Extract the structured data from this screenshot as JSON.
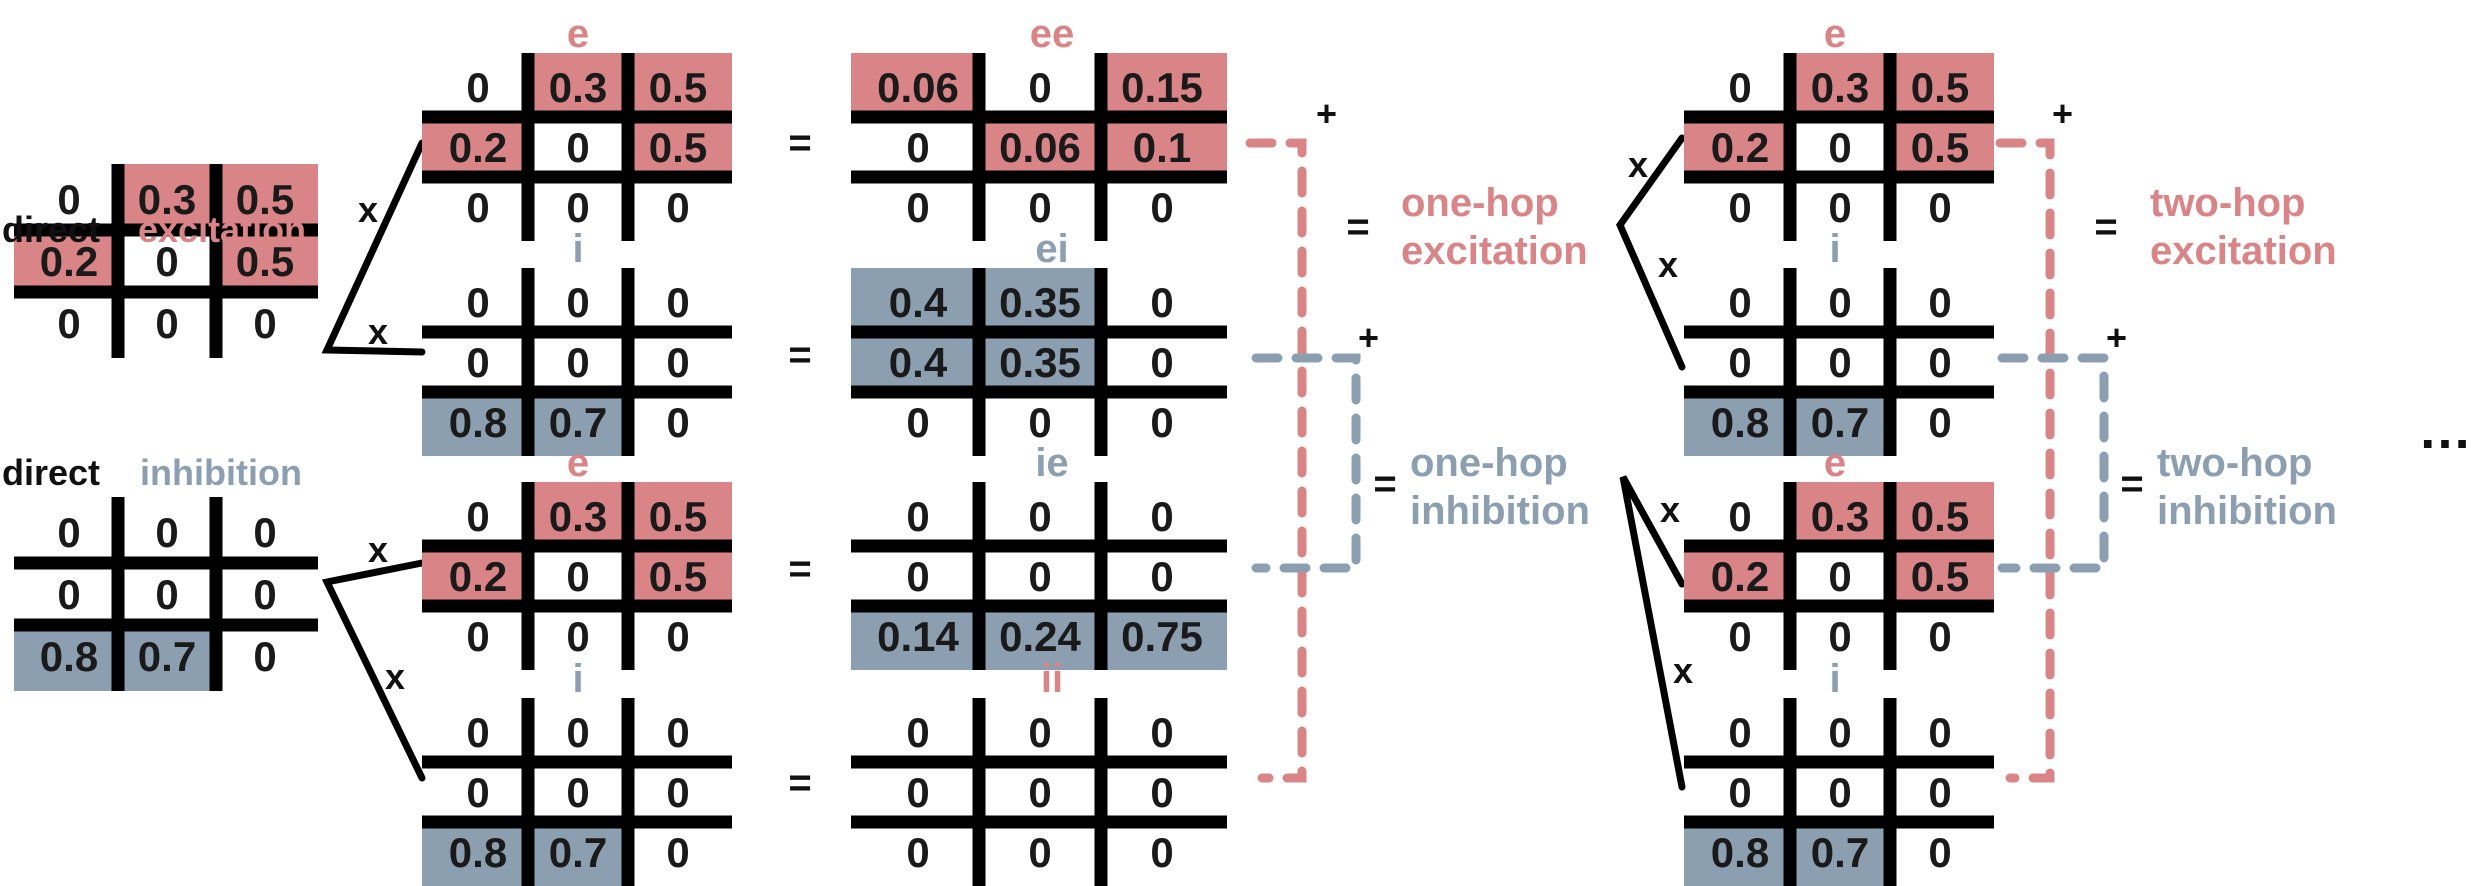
{
  "colors": {
    "excitation": "#d98486",
    "inhibition": "#8b9fb0",
    "grid": "#000000",
    "text": "#1a1a1a"
  },
  "left": {
    "excitation_label_word1": "direct",
    "excitation_label_word2": "excitation",
    "inhibition_label_word1": "direct",
    "inhibition_label_word2": "inhibition",
    "excitation_matrix": [
      [
        "0",
        "0.3",
        "0.5"
      ],
      [
        "0.2",
        "0",
        "0.5"
      ],
      [
        "0",
        "0",
        "0"
      ]
    ],
    "inhibition_matrix": [
      [
        "0",
        "0",
        "0"
      ],
      [
        "0",
        "0",
        "0"
      ],
      [
        "0.8",
        "0.7",
        "0"
      ]
    ]
  },
  "operators": {
    "multiply": "x",
    "equals": "=",
    "plus": "+",
    "ellipsis": "…"
  },
  "one_hop": {
    "factors": [
      {
        "label": "e",
        "matrix": [
          [
            "0",
            "0.3",
            "0.5"
          ],
          [
            "0.2",
            "0",
            "0.5"
          ],
          [
            "0",
            "0",
            "0"
          ]
        ]
      },
      {
        "label": "i",
        "matrix": [
          [
            "0",
            "0",
            "0"
          ],
          [
            "0",
            "0",
            "0"
          ],
          [
            "0.8",
            "0.7",
            "0"
          ]
        ]
      },
      {
        "label": "e",
        "matrix": [
          [
            "0",
            "0.3",
            "0.5"
          ],
          [
            "0.2",
            "0",
            "0.5"
          ],
          [
            "0",
            "0",
            "0"
          ]
        ]
      },
      {
        "label": "i",
        "matrix": [
          [
            "0",
            "0",
            "0"
          ],
          [
            "0",
            "0",
            "0"
          ],
          [
            "0.8",
            "0.7",
            "0"
          ]
        ]
      }
    ],
    "products": [
      {
        "label": "ee",
        "matrix": [
          [
            "0.06",
            "0",
            "0.15"
          ],
          [
            "0",
            "0.06",
            "0.1"
          ],
          [
            "0",
            "0",
            "0"
          ]
        ]
      },
      {
        "label": "ei",
        "matrix": [
          [
            "0.4",
            "0.35",
            "0"
          ],
          [
            "0.4",
            "0.35",
            "0"
          ],
          [
            "0",
            "0",
            "0"
          ]
        ]
      },
      {
        "label": "ie",
        "matrix": [
          [
            "0",
            "0",
            "0"
          ],
          [
            "0",
            "0",
            "0"
          ],
          [
            "0.14",
            "0.24",
            "0.75"
          ]
        ]
      },
      {
        "label": "ii",
        "matrix": [
          [
            "0",
            "0",
            "0"
          ],
          [
            "0",
            "0",
            "0"
          ],
          [
            "0",
            "0",
            "0"
          ]
        ]
      }
    ],
    "excitation_result_line1": "one-hop",
    "excitation_result_line2": "excitation",
    "inhibition_result_line1": "one-hop",
    "inhibition_result_line2": "inhibition"
  },
  "two_hop": {
    "factors": [
      {
        "label": "e",
        "matrix": [
          [
            "0",
            "0.3",
            "0.5"
          ],
          [
            "0.2",
            "0",
            "0.5"
          ],
          [
            "0",
            "0",
            "0"
          ]
        ]
      },
      {
        "label": "i",
        "matrix": [
          [
            "0",
            "0",
            "0"
          ],
          [
            "0",
            "0",
            "0"
          ],
          [
            "0.8",
            "0.7",
            "0"
          ]
        ]
      },
      {
        "label": "e",
        "matrix": [
          [
            "0",
            "0.3",
            "0.5"
          ],
          [
            "0.2",
            "0",
            "0.5"
          ],
          [
            "0",
            "0",
            "0"
          ]
        ]
      },
      {
        "label": "i",
        "matrix": [
          [
            "0",
            "0",
            "0"
          ],
          [
            "0",
            "0",
            "0"
          ],
          [
            "0.8",
            "0.7",
            "0"
          ]
        ]
      }
    ],
    "excitation_result_line1": "two-hop",
    "excitation_result_line2": "excitation",
    "inhibition_result_line1": "two-hop",
    "inhibition_result_line2": "inhibition"
  }
}
